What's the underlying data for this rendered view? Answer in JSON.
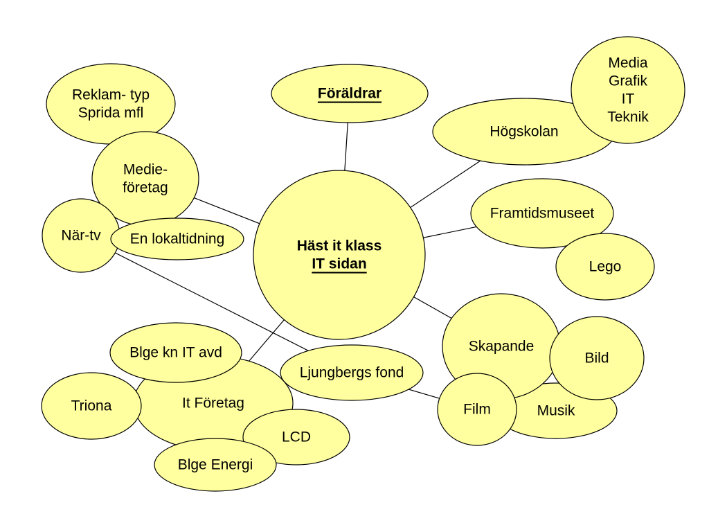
{
  "style": {
    "node_fill": "#ffffa0",
    "node_stroke": "#000000",
    "line_color": "#000000"
  },
  "nodes": {
    "center": {
      "lines": [
        "Häst it klass",
        "IT sidan"
      ],
      "bold": true,
      "underline_lines": [
        1
      ]
    },
    "foraldrar": {
      "lines": [
        "Föräldrar"
      ],
      "bold": true,
      "underline_lines": [
        0
      ]
    },
    "reklam": {
      "lines": [
        "Reklam- typ",
        "Sprida mfl"
      ]
    },
    "medieforetag": {
      "lines": [
        "Medie-",
        "företag"
      ]
    },
    "nartv": {
      "lines": [
        "När-tv"
      ]
    },
    "lokaltidning": {
      "lines": [
        "En lokaltidning"
      ]
    },
    "hogskolan": {
      "lines": [
        "Högskolan"
      ]
    },
    "media_grafik": {
      "lines": [
        "Media",
        "Grafik",
        "IT",
        "Teknik"
      ]
    },
    "framtidsmuseet": {
      "lines": [
        "Framtidsmuseet"
      ]
    },
    "lego": {
      "lines": [
        "Lego"
      ]
    },
    "skapande": {
      "lines": [
        "Skapande"
      ]
    },
    "musik": {
      "lines": [
        "Musik"
      ]
    },
    "bild": {
      "lines": [
        "Bild"
      ]
    },
    "film": {
      "lines": [
        "Film"
      ]
    },
    "ljungbergs_fond": {
      "lines": [
        "Ljungbergs fond"
      ]
    },
    "it_foretag": {
      "lines": [
        "It Företag"
      ]
    },
    "blge_kn_it_avd": {
      "lines": [
        "Blge kn IT avd"
      ]
    },
    "triona": {
      "lines": [
        "Triona"
      ]
    },
    "lcd": {
      "lines": [
        "LCD"
      ]
    },
    "blge_energi": {
      "lines": [
        "Blge Energi"
      ]
    }
  },
  "links": [
    [
      "center",
      "foraldrar"
    ],
    [
      "center",
      "medieforetag"
    ],
    [
      "center",
      "hogskolan"
    ],
    [
      "center",
      "framtidsmuseet"
    ],
    [
      "center",
      "skapande"
    ],
    [
      "center",
      "it_foretag"
    ],
    [
      "nartv",
      "ljungbergs_fond"
    ],
    [
      "ljungbergs_fond",
      "film"
    ]
  ]
}
